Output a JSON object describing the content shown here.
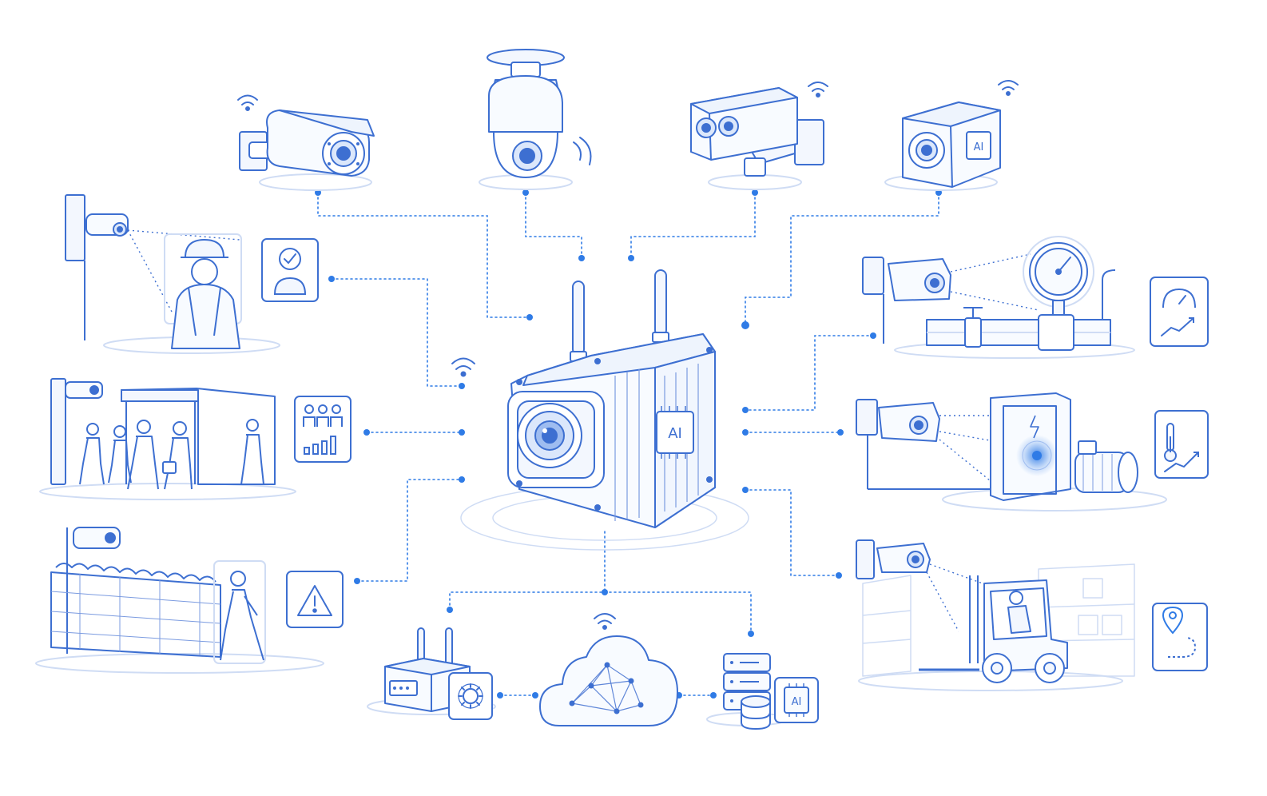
{
  "colors": {
    "line": "#3d6fd1",
    "accent": "#2f7be6",
    "light": "#cfdcf4",
    "fill": "#f3f7fe",
    "background": "#ffffff"
  },
  "hub": {
    "name": "edge-ai-camera-hub",
    "chip_label": "AI"
  },
  "top_cameras": [
    {
      "name": "bullet-camera",
      "icon": "bullet-camera-icon"
    },
    {
      "name": "dome-ptz-camera",
      "icon": "dome-camera-icon"
    },
    {
      "name": "dual-lens-box-camera",
      "icon": "box-camera-icon"
    },
    {
      "name": "ai-cube-camera",
      "icon": "cube-camera-icon",
      "chip_label": "AI"
    }
  ],
  "left_scenes": [
    {
      "name": "ppe-compliance",
      "icon": "worker-check-icon"
    },
    {
      "name": "people-counting",
      "icon": "people-count-icon"
    },
    {
      "name": "perimeter-intrusion",
      "icon": "warning-icon"
    }
  ],
  "right_scenes": [
    {
      "name": "gauge-reading",
      "icon": "gauge-trend-icon"
    },
    {
      "name": "equipment-thermal",
      "icon": "thermometer-trend-icon"
    },
    {
      "name": "forklift-tracking",
      "icon": "location-route-icon"
    }
  ],
  "bottom_nodes": [
    {
      "name": "edge-gateway",
      "icon": "gear-icon"
    },
    {
      "name": "cloud-network",
      "icon": "cloud-icon"
    },
    {
      "name": "server-storage",
      "icon": "database-icon",
      "chip_label": "AI"
    }
  ]
}
